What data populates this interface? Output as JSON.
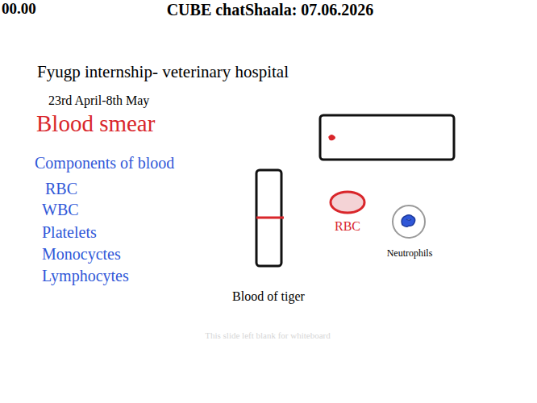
{
  "diagram": {
    "title": "CUBE chatShaala: 07.06.2026",
    "nodes": [
      {
        "text": [
          "Blood of tiger"
        ]
      },
      {
        "text": [
          "RBC"
        ]
      },
      {
        "text": [
          "Neutrophils"
        ]
      }
    ],
    "labels": [
      "00.00",
      "Fyugp internship- veterinary hospital",
      "23rd April-8th May",
      "Blood smear",
      "Components of blood",
      "RBC",
      "WBC",
      "Platelets",
      "Monocyctes",
      "Lymphocytes",
      "This slide left blank for whiteboard"
    ]
  }
}
